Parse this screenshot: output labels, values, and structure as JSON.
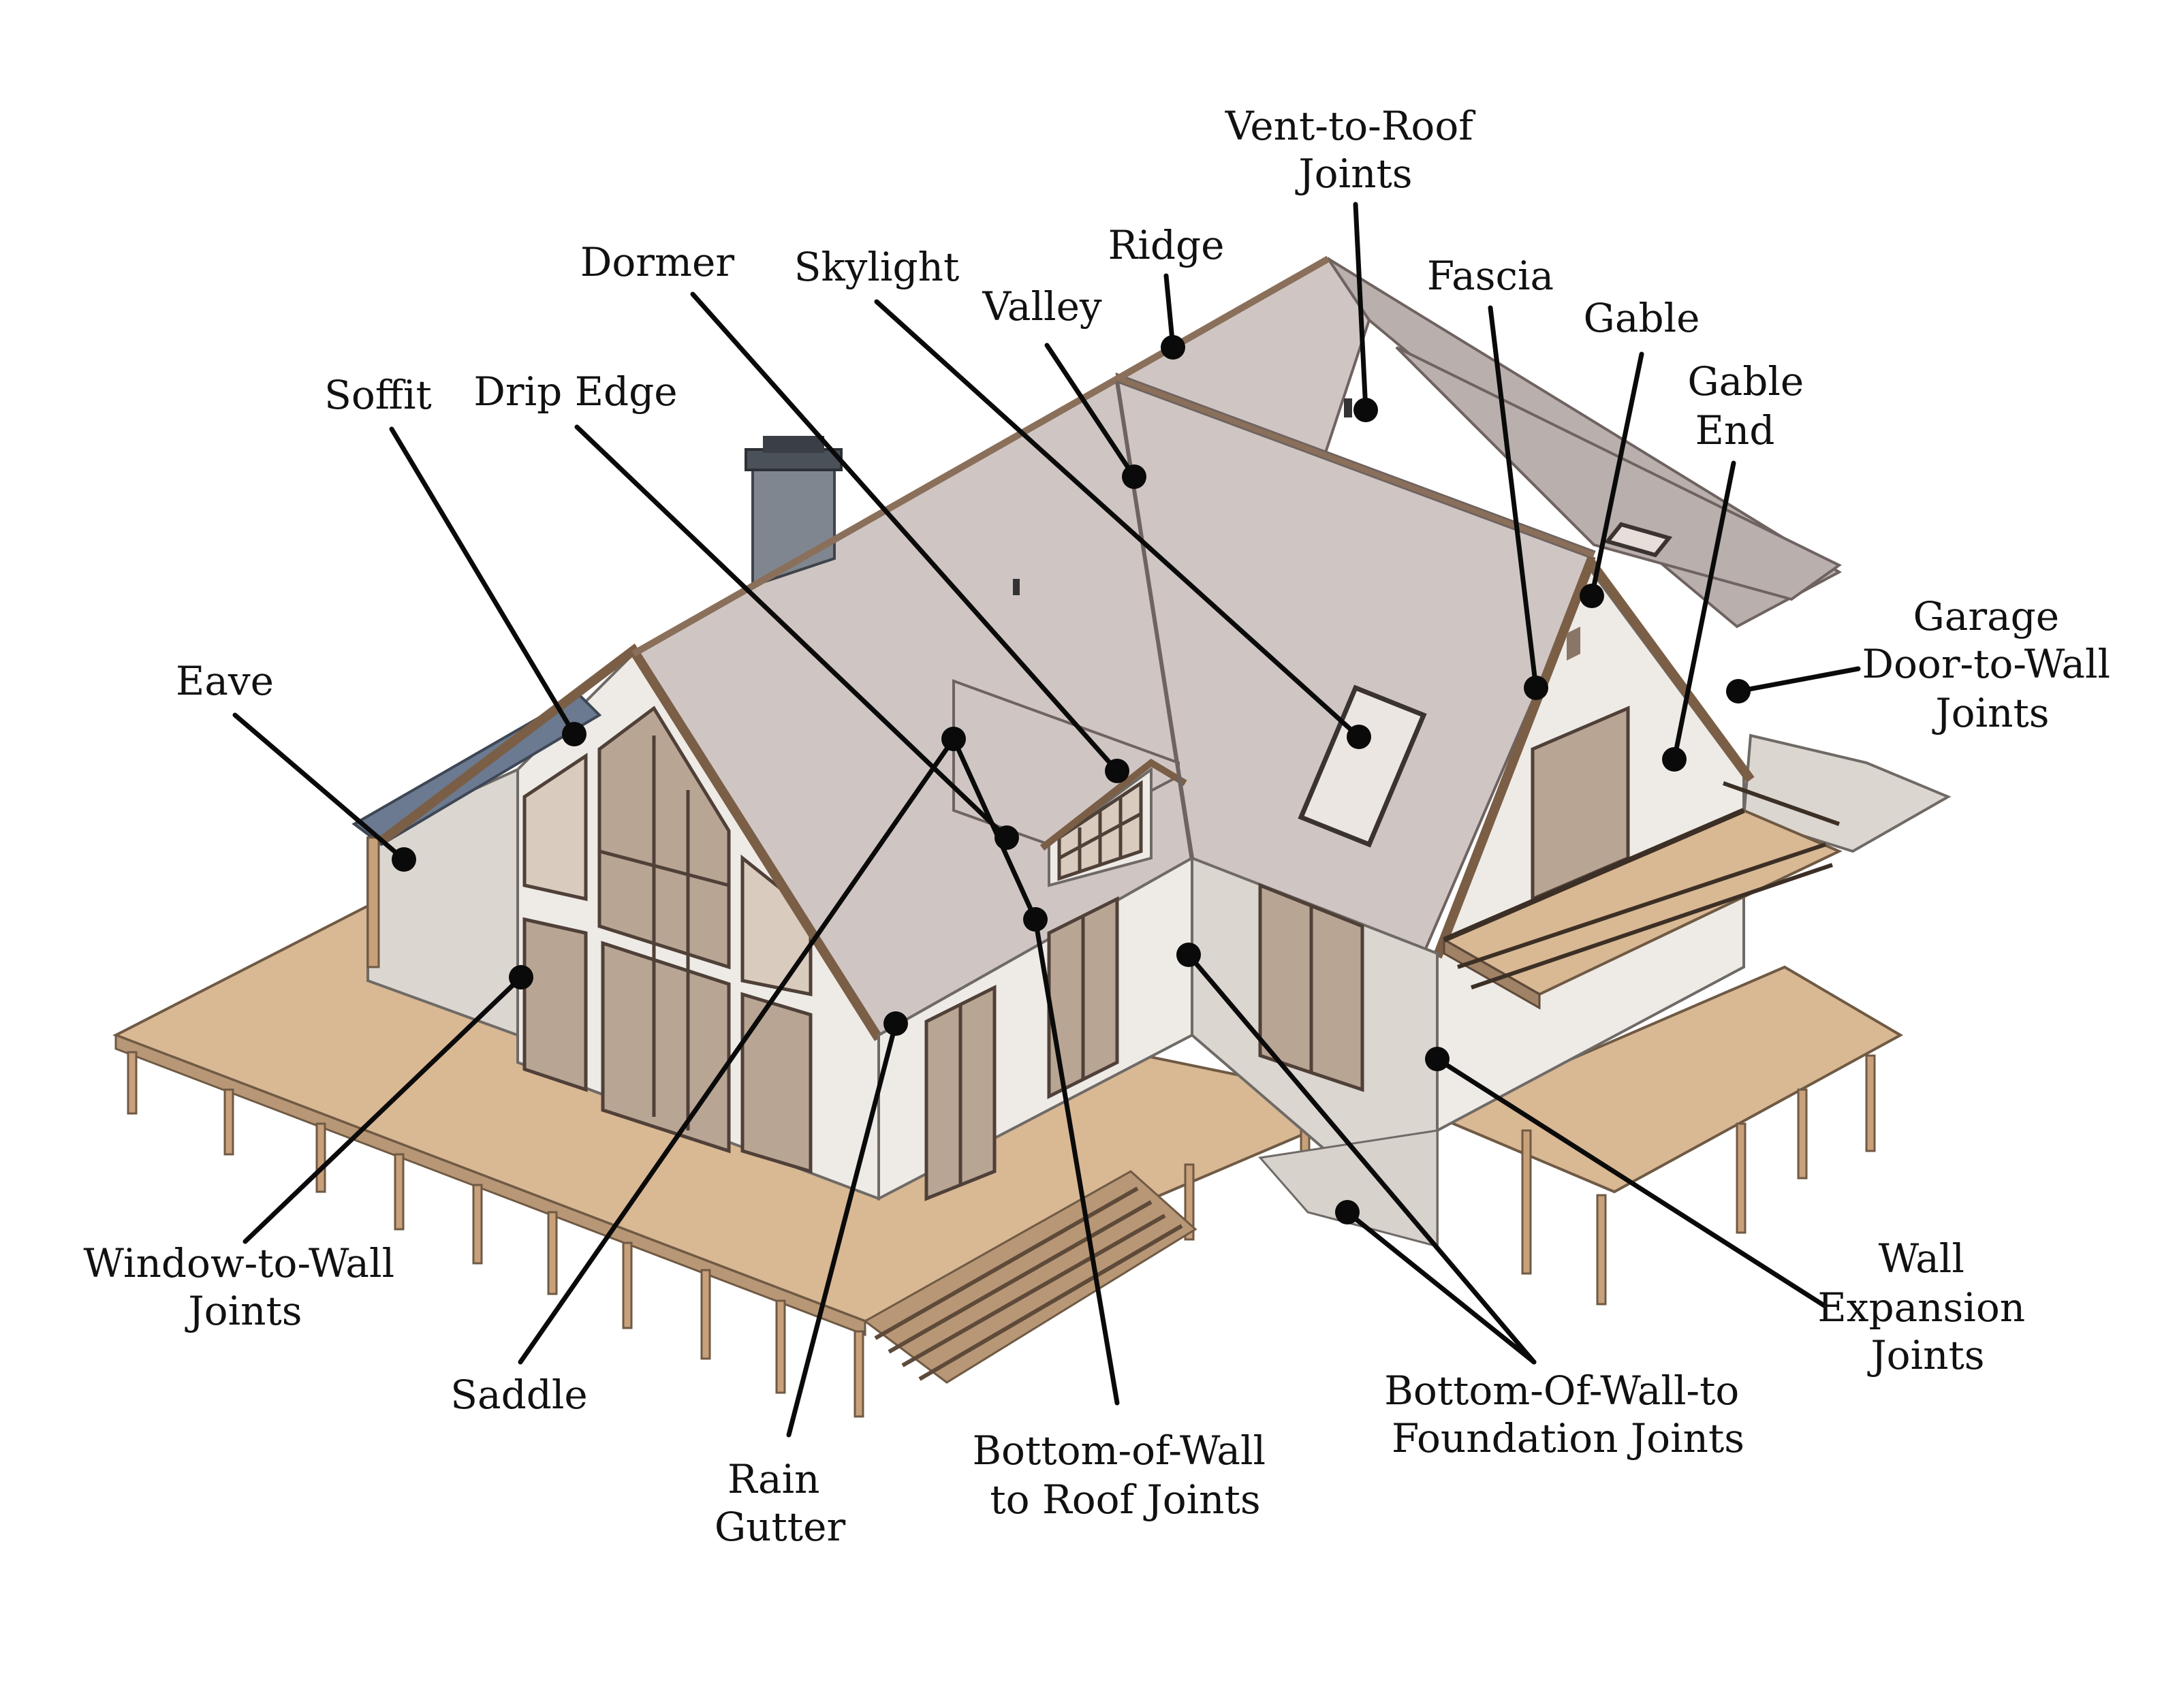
{
  "labels": {
    "vent_to_roof_joints": [
      "Vent-to-Roof",
      "Joints"
    ],
    "ridge": "Ridge",
    "dormer": "Dormer",
    "skylight": "Skylight",
    "valley": "Valley",
    "fascia": "Fascia",
    "gable": "Gable",
    "gable_end": [
      "Gable",
      "End"
    ],
    "soffit": "Soffit",
    "drip_edge": "Drip Edge",
    "eave": "Eave",
    "garage_door_to_wall_joints": [
      "Garage",
      "Door-to-Wall",
      "Joints"
    ],
    "window_to_wall_joints": [
      "Window-to-Wall",
      "Joints"
    ],
    "saddle": "Saddle",
    "rain_gutter": [
      "Rain",
      "Gutter"
    ],
    "bottom_of_wall_to_roof_joints": [
      "Bottom-of-Wall",
      "to Roof Joints"
    ],
    "bottom_of_wall_to_foundation_joints": [
      "Bottom-Of-Wall-to",
      "Foundation Joints"
    ],
    "wall_expansion_joints": [
      "Wall",
      "Expansion",
      "Joints"
    ]
  },
  "colors": {
    "leader": "#0a0a0a",
    "roof": "#cfc6c4",
    "wall": "#eeeae6",
    "deck": "#d9b894",
    "glass": "#b9a594",
    "chimney": "#7f8690"
  }
}
